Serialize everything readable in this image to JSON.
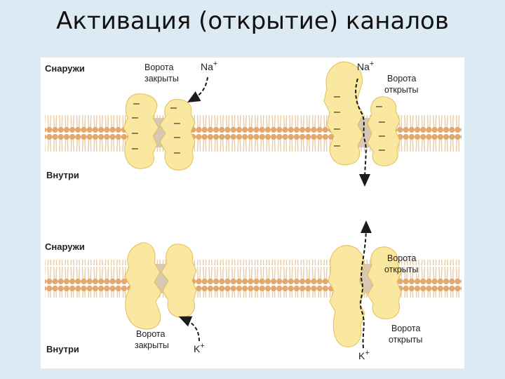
{
  "title": "Активация (открытие) каналов",
  "labels": {
    "outside": "Снаружи",
    "inside": "Внутри",
    "gate": "Ворота",
    "closed": "закрыты",
    "open": "открыты",
    "na": "Na",
    "k": "K",
    "plus": "+",
    "minus": "–"
  },
  "colors": {
    "background": "#dcebf3",
    "head": "#e3a86b",
    "tail": "#e8c9a3",
    "protein": "#fbe8a0",
    "protein_stroke": "#e0bf55",
    "pore": "#d8c7b3"
  }
}
